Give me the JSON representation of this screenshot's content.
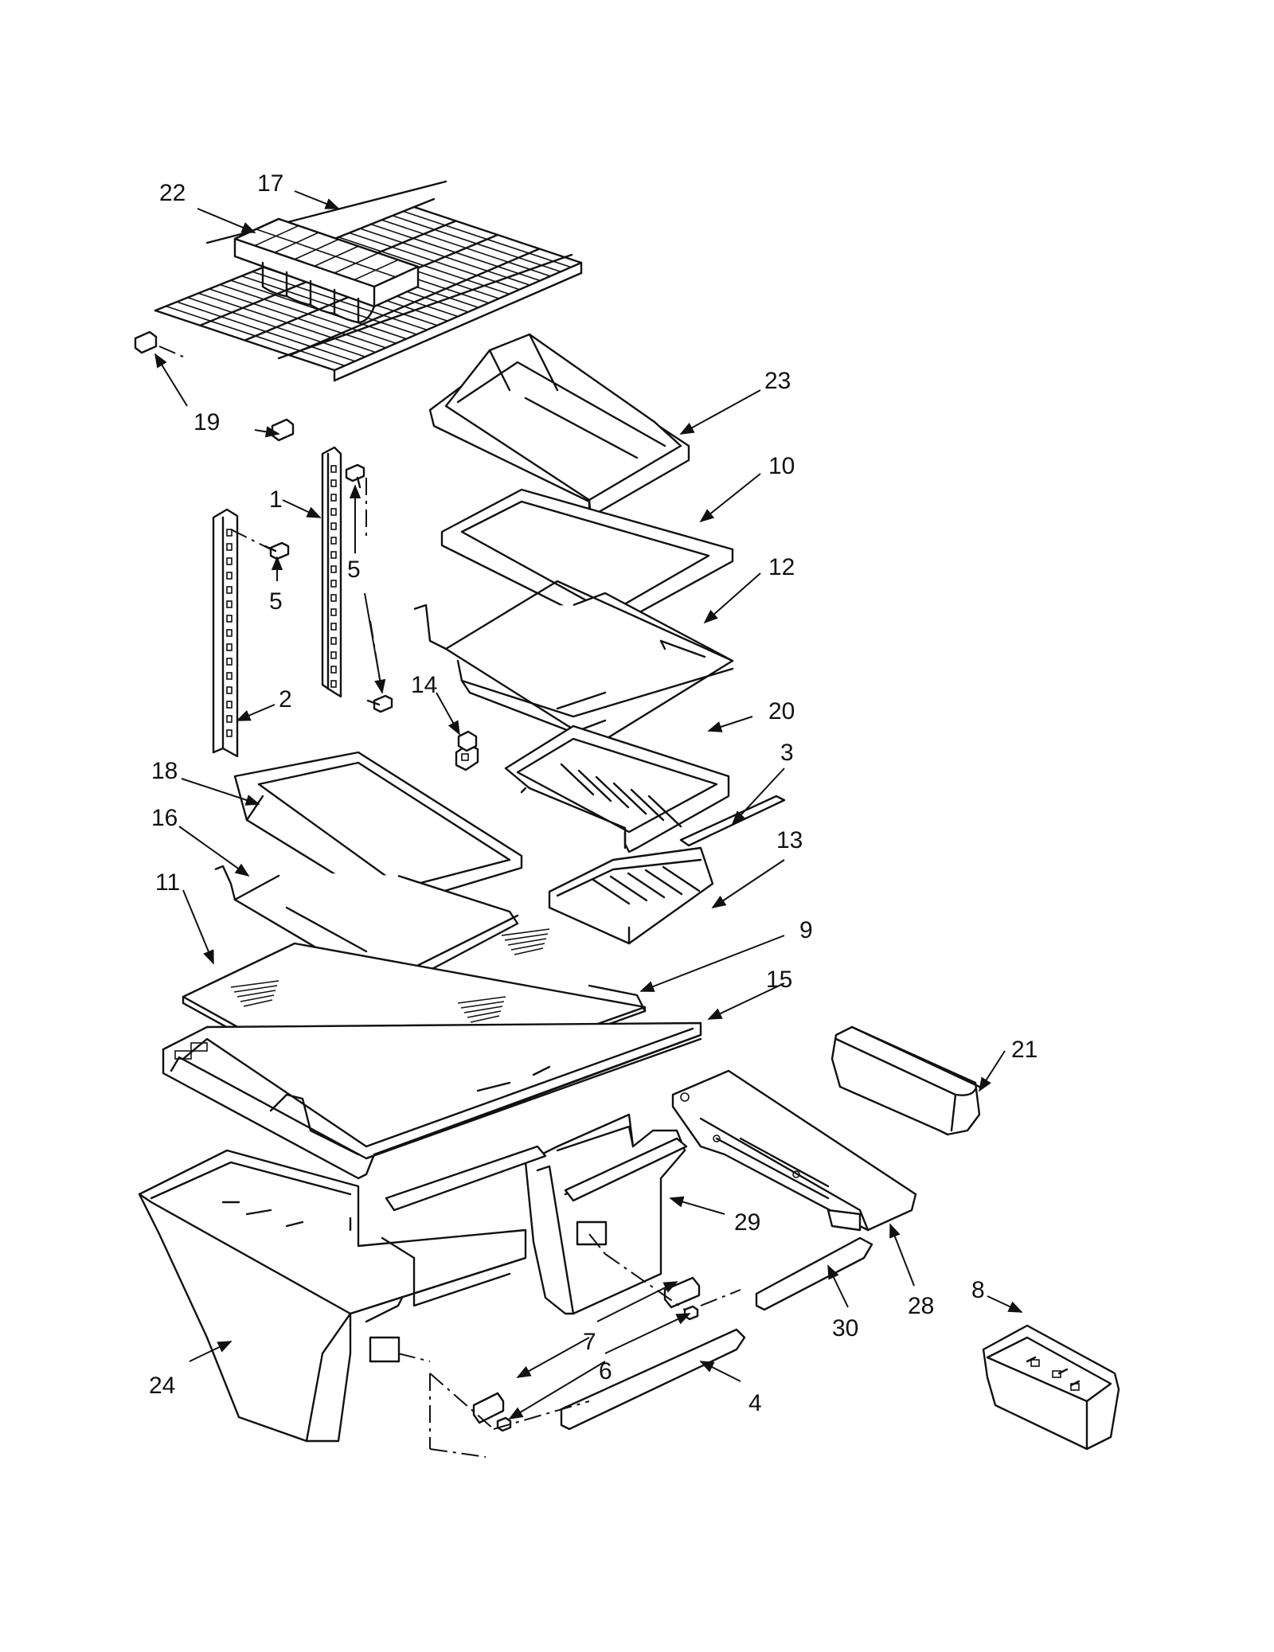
{
  "callouts": [
    {
      "id": "c22",
      "text": "22"
    },
    {
      "id": "c17",
      "text": "17"
    },
    {
      "id": "c19",
      "text": "19"
    },
    {
      "id": "c23",
      "text": "23"
    },
    {
      "id": "c1",
      "text": "1"
    },
    {
      "id": "c10",
      "text": "10"
    },
    {
      "id": "c5a",
      "text": "5"
    },
    {
      "id": "c5b",
      "text": "5"
    },
    {
      "id": "c12",
      "text": "12"
    },
    {
      "id": "c14",
      "text": "14"
    },
    {
      "id": "c2",
      "text": "2"
    },
    {
      "id": "c20",
      "text": "20"
    },
    {
      "id": "c18",
      "text": "18"
    },
    {
      "id": "c3",
      "text": "3"
    },
    {
      "id": "c16",
      "text": "16"
    },
    {
      "id": "c13",
      "text": "13"
    },
    {
      "id": "c11",
      "text": "11"
    },
    {
      "id": "c9",
      "text": "9"
    },
    {
      "id": "c15",
      "text": "15"
    },
    {
      "id": "c21",
      "text": "21"
    },
    {
      "id": "c29",
      "text": "29"
    },
    {
      "id": "c28",
      "text": "28"
    },
    {
      "id": "c8",
      "text": "8"
    },
    {
      "id": "c30",
      "text": "30"
    },
    {
      "id": "c7",
      "text": "7"
    },
    {
      "id": "c6",
      "text": "6"
    },
    {
      "id": "c24",
      "text": "24"
    },
    {
      "id": "c4",
      "text": "4"
    }
  ]
}
